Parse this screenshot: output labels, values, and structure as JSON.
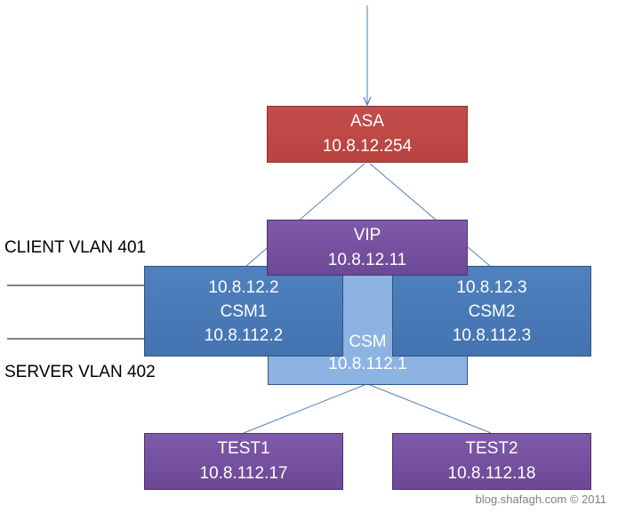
{
  "nodes": {
    "asa": {
      "name": "ASA",
      "ip": "10.8.12.254"
    },
    "vip": {
      "name": "VIP",
      "ip": "10.8.12.11"
    },
    "csm1": {
      "ip_client": "10.8.12.2",
      "name": "CSM1",
      "ip_server": "10.8.112.2"
    },
    "csm2": {
      "ip_client": "10.8.12.3",
      "name": "CSM2",
      "ip_server": "10.8.112.3"
    },
    "csm": {
      "name": "CSM",
      "ip": "10.8.112.1"
    },
    "test1": {
      "name": "TEST1",
      "ip": "10.8.112.17"
    },
    "test2": {
      "name": "TEST2",
      "ip": "10.8.112.18"
    }
  },
  "labels": {
    "client_vlan": "CLIENT VLAN 401",
    "server_vlan": "SERVER VLAN 402"
  },
  "watermark": "blog.shafagh.com © 2011",
  "colors": {
    "asa": "#c0504d",
    "vip": "#7b58a6",
    "csm_nodes": "#4f81bd",
    "csm_shared": "#8db3e2",
    "test_nodes": "#7b58a6",
    "connector": "#4f81bd",
    "arrow": "#000000"
  }
}
